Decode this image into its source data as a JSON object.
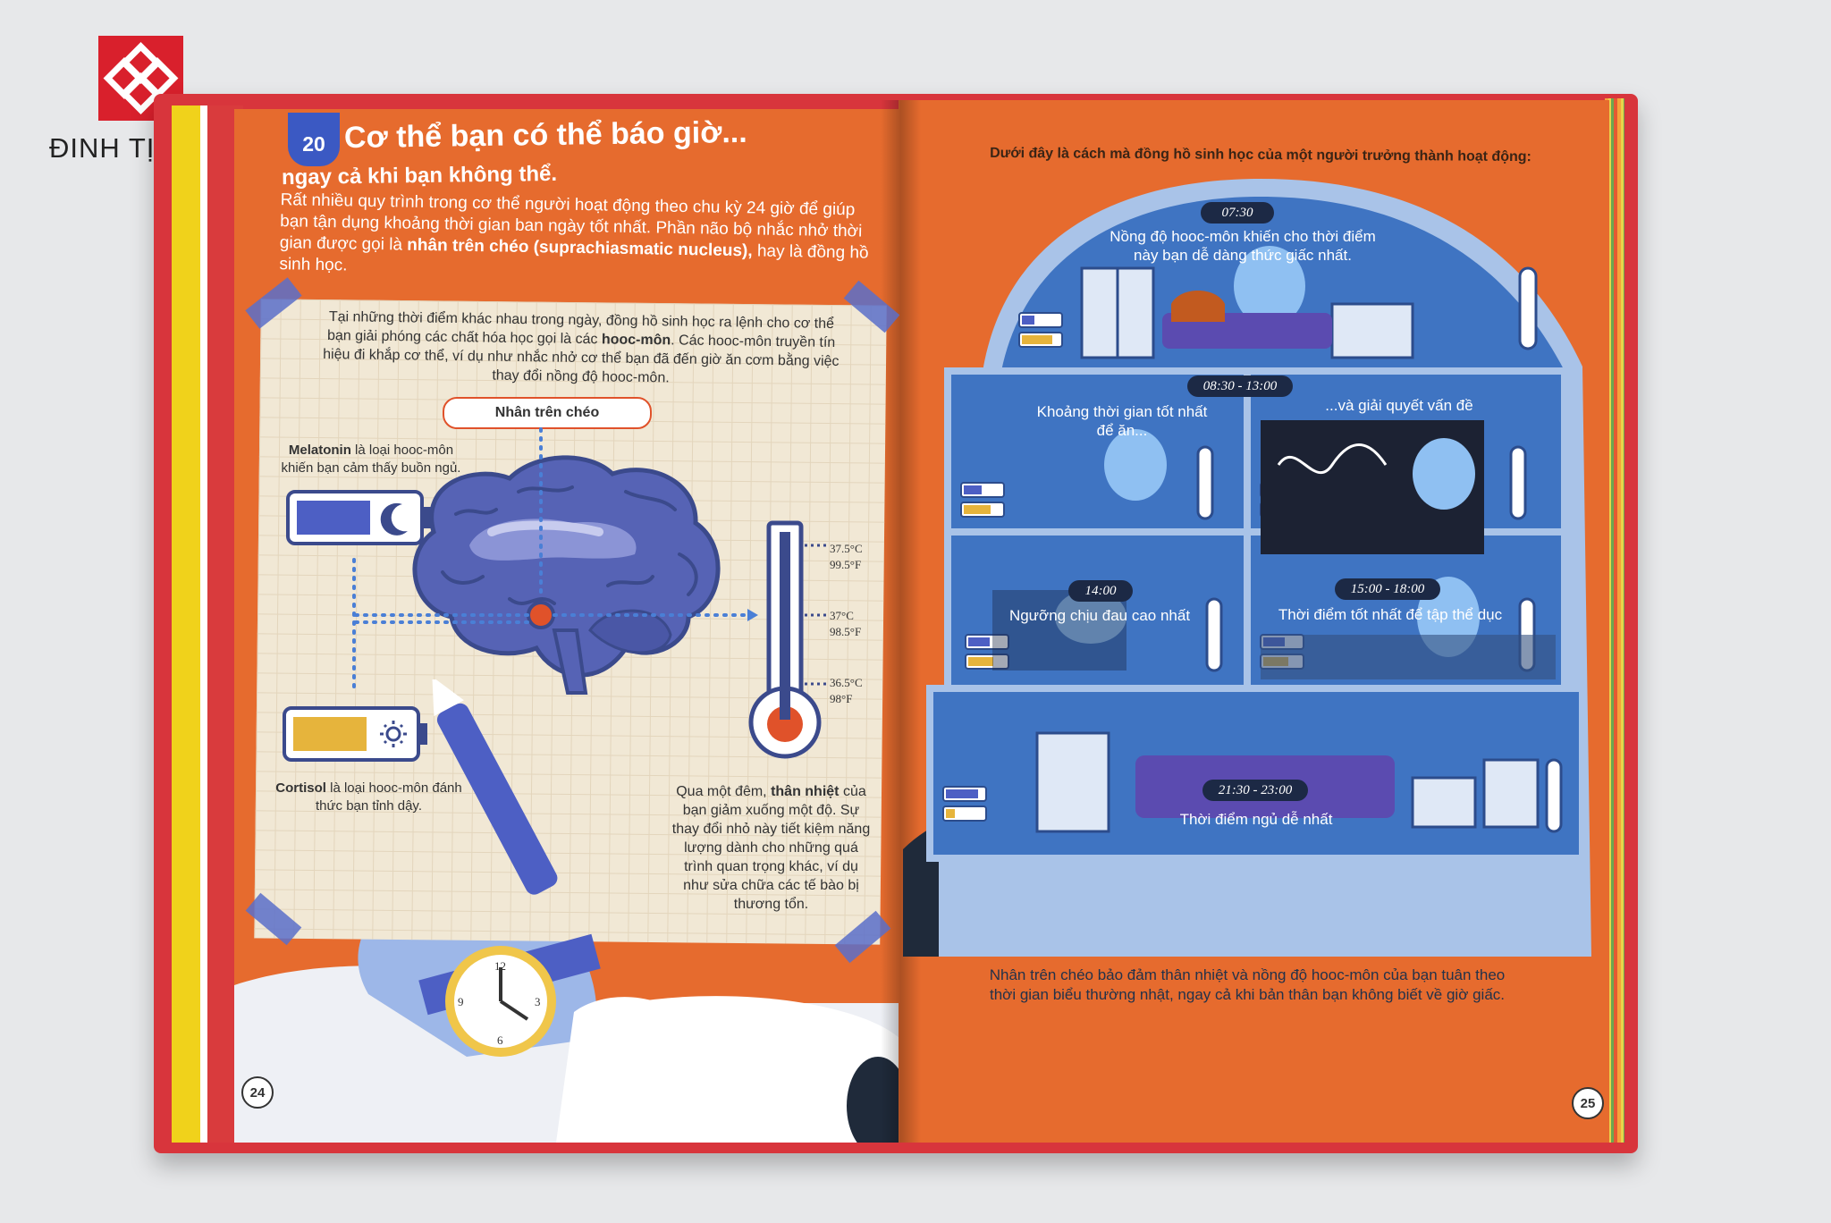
{
  "brand": {
    "name": "ĐINH TỊ BOOKS",
    "color": "#d9202c"
  },
  "left_page": {
    "chapter_number": "20",
    "title": "Cơ thể bạn có thể báo giờ...",
    "subtitle": "ngay cả khi bạn không thể.",
    "intro_1": "Rất nhiều quy trình trong cơ thể người hoạt động theo chu kỳ 24 giờ để giúp bạn tận dụng khoảng thời gian ban ngày tốt nhất. Phần não bộ nhắc nhở thời gian được gọi là ",
    "intro_bold": "nhân trên chéo (suprachiasmatic nucleus),",
    "intro_2": " hay là đồng hồ sinh học.",
    "card_intro_1": "Tại những thời điểm khác nhau trong ngày, đồng hồ sinh học ra lệnh cho cơ thể bạn giải phóng các chất hóa học gọi là các ",
    "card_intro_bold": "hooc-môn",
    "card_intro_2": ". Các hooc-môn truyền tín hiệu đi khắp cơ thể, ví dụ như nhắc nhở cơ thể bạn đã đến giờ ăn cơm bằng việc thay đổi nồng độ hooc-môn.",
    "scn_label": "Nhân trên chéo",
    "melatonin_bold": "Melatonin",
    "melatonin_text": " là loại hooc-môn khiến bạn cảm thấy buồn ngủ.",
    "cortisol_bold": "Cortisol",
    "cortisol_text": " là loại hooc-môn đánh thức bạn tỉnh dậy.",
    "temps": [
      {
        "c": "37.5°C",
        "f": "99.5°F"
      },
      {
        "c": "37°C",
        "f": "98.5°F"
      },
      {
        "c": "36.5°C",
        "f": "98°F"
      }
    ],
    "bodytemp_1": "Qua một đêm, ",
    "bodytemp_bold": "thân nhiệt",
    "bodytemp_2": " của bạn giảm xuống một độ. Sự thay đổi nhỏ này tiết kiệm năng lượng dành cho những quá trình quan trọng khác, ví dụ như sửa chữa các tế bào bị thương tổn.",
    "page_number": "24"
  },
  "right_page": {
    "intro": "Dưới đây là cách mà đồng hồ sinh học của một người trưởng thành hoạt động:",
    "panels": [
      {
        "time": "07:30",
        "caption": "Nồng độ hooc-môn khiến cho thời điểm này bạn dễ dàng thức giấc nhất."
      },
      {
        "time": "08:30 - 13:00",
        "caption": "Khoảng thời gian tốt nhất để ăn..."
      },
      {
        "time": "",
        "caption": "...và giải quyết vấn đề"
      },
      {
        "time": "14:00",
        "caption": "Ngưỡng chịu đau cao nhất"
      },
      {
        "time": "15:00 - 18:00",
        "caption": "Thời điểm tốt nhất để tập thể dục"
      },
      {
        "time": "21:30 - 23:00",
        "caption": "Thời điểm ngủ dễ nhất"
      }
    ],
    "outro": "Nhân trên chéo bảo đảm thân nhiệt và nồng độ hooc-môn của bạn tuân theo thời gian biểu thường nhật, ngay cả khi bản thân bạn không biết về giờ giấc.",
    "page_number": "25"
  },
  "colors": {
    "page_orange": "#e66b2e",
    "panel_blue": "#3f74c2",
    "panel_border": "#a9c3e8",
    "melatonin_bar": "#4d5fc4",
    "cortisol_bar": "#e6b43c",
    "cover_red": "#d8353c"
  },
  "icons": [
    "logo-mark",
    "moon-icon",
    "sun-icon",
    "brain-illustration",
    "thermometer-icon",
    "wristwatch-icon",
    "pen-illustration"
  ]
}
